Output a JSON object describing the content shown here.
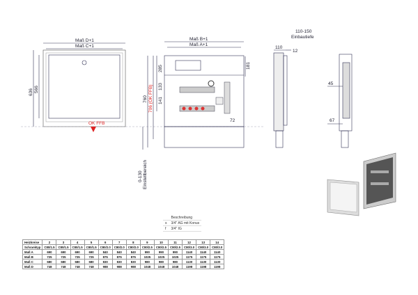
{
  "front_view": {
    "dim_outer": "Maß D+1",
    "dim_inner": "Maß C+1",
    "height_outer": "636",
    "height_inner": "566",
    "ok_ffb": "OK FFB",
    "adjust": "0-130",
    "adjust_label": "Einstellbereich"
  },
  "open_view": {
    "dim_outer": "Maß B+1",
    "dim_inner": "Maß A+1",
    "h_total": "760",
    "h_ffb": "706 (OK FFB)",
    "h1": "285",
    "h2": "133",
    "h3": "141",
    "h_right": "181",
    "bottom": "72"
  },
  "side_view": {
    "depth": "110-150",
    "depth_label": "Einbautiefe",
    "d1": "110",
    "d2": "12"
  },
  "detail_view": {
    "d1": "45",
    "d2": "67"
  },
  "description": {
    "header": "Beschreibung",
    "rows": [
      {
        "key": "s",
        "value": "3/4\" AG mit Konus"
      },
      {
        "key": "f",
        "value": "3/4\" IG"
      }
    ]
  },
  "table": {
    "rows": [
      {
        "label": "Heizkreise",
        "values": [
          "2",
          "3",
          "4",
          "5",
          "6",
          "7",
          "8",
          "9",
          "10",
          "11",
          "12",
          "13",
          "14"
        ]
      },
      {
        "label": "Schranktyp",
        "values": [
          "C80/1.5",
          "C80/1.5",
          "C80/1.5",
          "C80/1.5",
          "C80/2.0",
          "C80/2.0",
          "C80/2.0",
          "C80/2.5",
          "C80/2.5",
          "C80/2.5",
          "C80/3.0",
          "C80/3.0",
          "C80/3.0"
        ]
      },
      {
        "label": "Maß A",
        "values": [
          "690",
          "690",
          "690",
          "690",
          "840",
          "840",
          "840",
          "990",
          "990",
          "990",
          "1140",
          "1140",
          "1140"
        ]
      },
      {
        "label": "Maß B",
        "values": [
          "725",
          "725",
          "725",
          "725",
          "875",
          "875",
          "875",
          "1025",
          "1025",
          "1025",
          "1175",
          "1175",
          "1175"
        ]
      },
      {
        "label": "Maß C",
        "values": [
          "680",
          "680",
          "680",
          "680",
          "830",
          "830",
          "830",
          "980",
          "980",
          "980",
          "1130",
          "1130",
          "1130"
        ]
      },
      {
        "label": "Maß D",
        "values": [
          "748",
          "748",
          "748",
          "748",
          "988",
          "988",
          "988",
          "1048",
          "1048",
          "1048",
          "1198",
          "1198",
          "1198"
        ]
      }
    ]
  }
}
